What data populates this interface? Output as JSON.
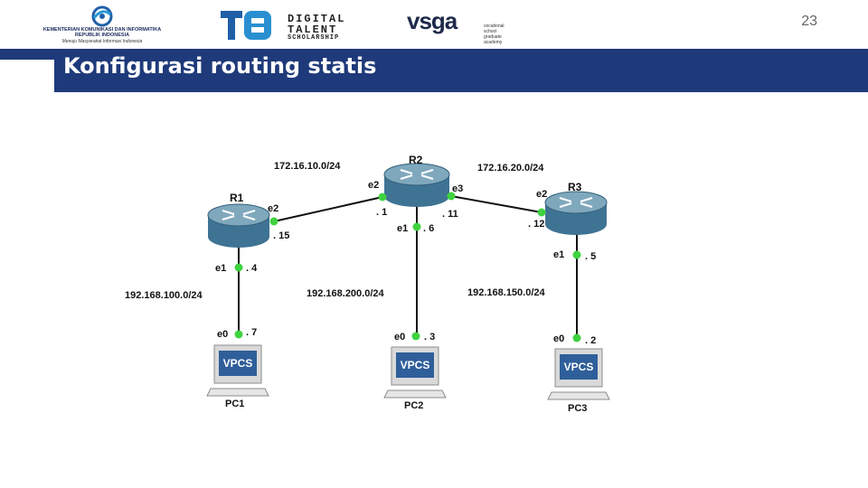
{
  "header": {
    "logos": {
      "kominfo": {
        "name_line1": "KEMENTERIAN KOMUNIKASI DAN INFORMATIKA",
        "name_line2": "REPUBLIK INDONESIA",
        "tagline": "Menuju Masyarakat Informasi Indonesia"
      },
      "dts": {
        "line1": "DIGITAL",
        "line2": "TALENT",
        "line3": "SCHOLARSHIP"
      },
      "vsga": {
        "word": "vsga",
        "sub": "vocational school graduate academy"
      }
    },
    "page_number": "23"
  },
  "title": "Konfigurasi routing statis",
  "topology": {
    "routers": [
      {
        "id": "R1",
        "label": "R1"
      },
      {
        "id": "R2",
        "label": "R2"
      },
      {
        "id": "R3",
        "label": "R3"
      }
    ],
    "pcs": [
      {
        "id": "PC1",
        "label": "PC1",
        "screen": "VPCS"
      },
      {
        "id": "PC2",
        "label": "PC2",
        "screen": "VPCS"
      },
      {
        "id": "PC3",
        "label": "PC3",
        "screen": "VPCS"
      }
    ],
    "networks": {
      "r1_r2": "172.16.10.0/24",
      "r2_r3": "172.16.20.0/24",
      "r1_pc1": "192.168.100.0/24",
      "r2_pc2": "192.168.200.0/24",
      "r3_pc3": "192.168.150.0/24"
    },
    "interfaces": {
      "r1_e2": "e2",
      "r1_e2_ip": ". 15",
      "r1_e1": "e1",
      "r1_e1_ip": ". 4",
      "pc1_e0": "e0",
      "pc1_ip": ". 7",
      "r2_e2": "e2",
      "r2_e2_ip": ". 1",
      "r2_e3": "e3",
      "r2_e3_ip": ". 11",
      "r2_e1": "e1",
      "r2_e1_ip": ". 6",
      "pc2_e0": "e0",
      "pc2_ip": ". 3",
      "r3_e2": "e2",
      "r3_e2_ip": ". 12",
      "r3_e1": "e1",
      "r3_e1_ip": ". 5",
      "pc3_e0": "e0",
      "pc3_ip": ". 2"
    },
    "colors": {
      "router_top": "#7fa8bd",
      "router_body": "#3f7394",
      "link": "#111111",
      "port": "#3fd23f",
      "title_bar": "#1f3a7a"
    }
  }
}
